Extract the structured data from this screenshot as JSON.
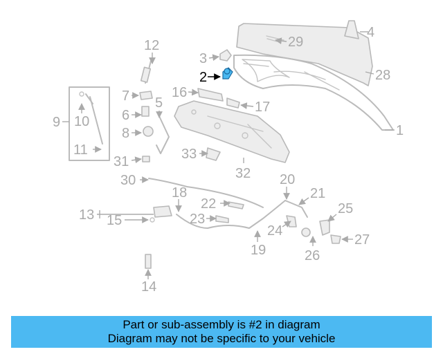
{
  "diagram": {
    "highlight_color": "#4ab8f0",
    "callouts": [
      "1",
      "2",
      "3",
      "4",
      "5",
      "6",
      "7",
      "8",
      "9",
      "10",
      "11",
      "12",
      "13",
      "14",
      "15",
      "16",
      "17",
      "18",
      "19",
      "20",
      "21",
      "22",
      "23",
      "24",
      "25",
      "26",
      "27",
      "28",
      "29",
      "30",
      "31",
      "32",
      "33"
    ],
    "highlighted_part": "2"
  },
  "banner": {
    "line1": "Part or sub-assembly is #2 in diagram",
    "line2": "Diagram may not be specific to your vehicle",
    "background": "#4cb9f2"
  }
}
